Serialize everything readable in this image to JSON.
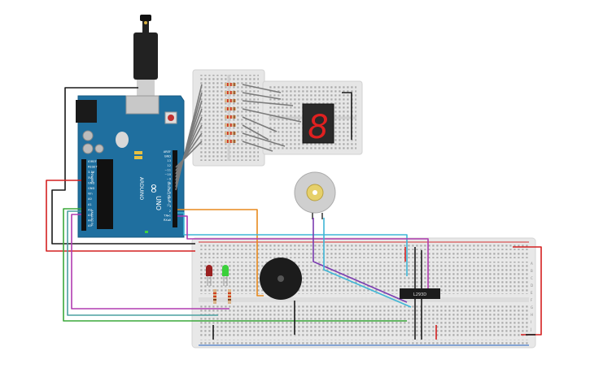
{
  "arduino": {
    "brand": "ARDUINO",
    "model": "UNO",
    "pins_right": [
      "AREF",
      "GND",
      "13",
      "12",
      "~11",
      "~10",
      "~9",
      "8",
      "7",
      "~6",
      "~5",
      "4",
      "~3",
      "2",
      "TX▸1",
      "RX◂0"
    ],
    "pins_left": [
      "IOREF",
      "RESET",
      "3.3V",
      "5V",
      "GND",
      "GND",
      "Vin",
      "A0",
      "A1",
      "A2",
      "A3",
      "A4",
      "A5"
    ],
    "side_labels": [
      "POWER",
      "ANALOG IN",
      "DIGITAL (PWM~)"
    ],
    "logo": "∞"
  },
  "seven_segment": {
    "digit": "8"
  },
  "motor_driver": {
    "label": "L293D"
  },
  "breadboard": {
    "row_letters": [
      "A",
      "B",
      "C",
      "D",
      "E",
      "F",
      "G",
      "H",
      "I",
      "J"
    ]
  },
  "colors": {
    "wire_black": "#1a1a1a",
    "wire_red": "#d42020",
    "wire_green": "#3aa83a",
    "wire_purple": "#b03cb0",
    "wire_cyan": "#3fb6d6",
    "wire_orange": "#e88a1e",
    "wire_gray": "#7b7b7b",
    "board_blue": "#1f6f9f",
    "breadboard": "#e8e8e8",
    "segment_red": "#e02020"
  }
}
